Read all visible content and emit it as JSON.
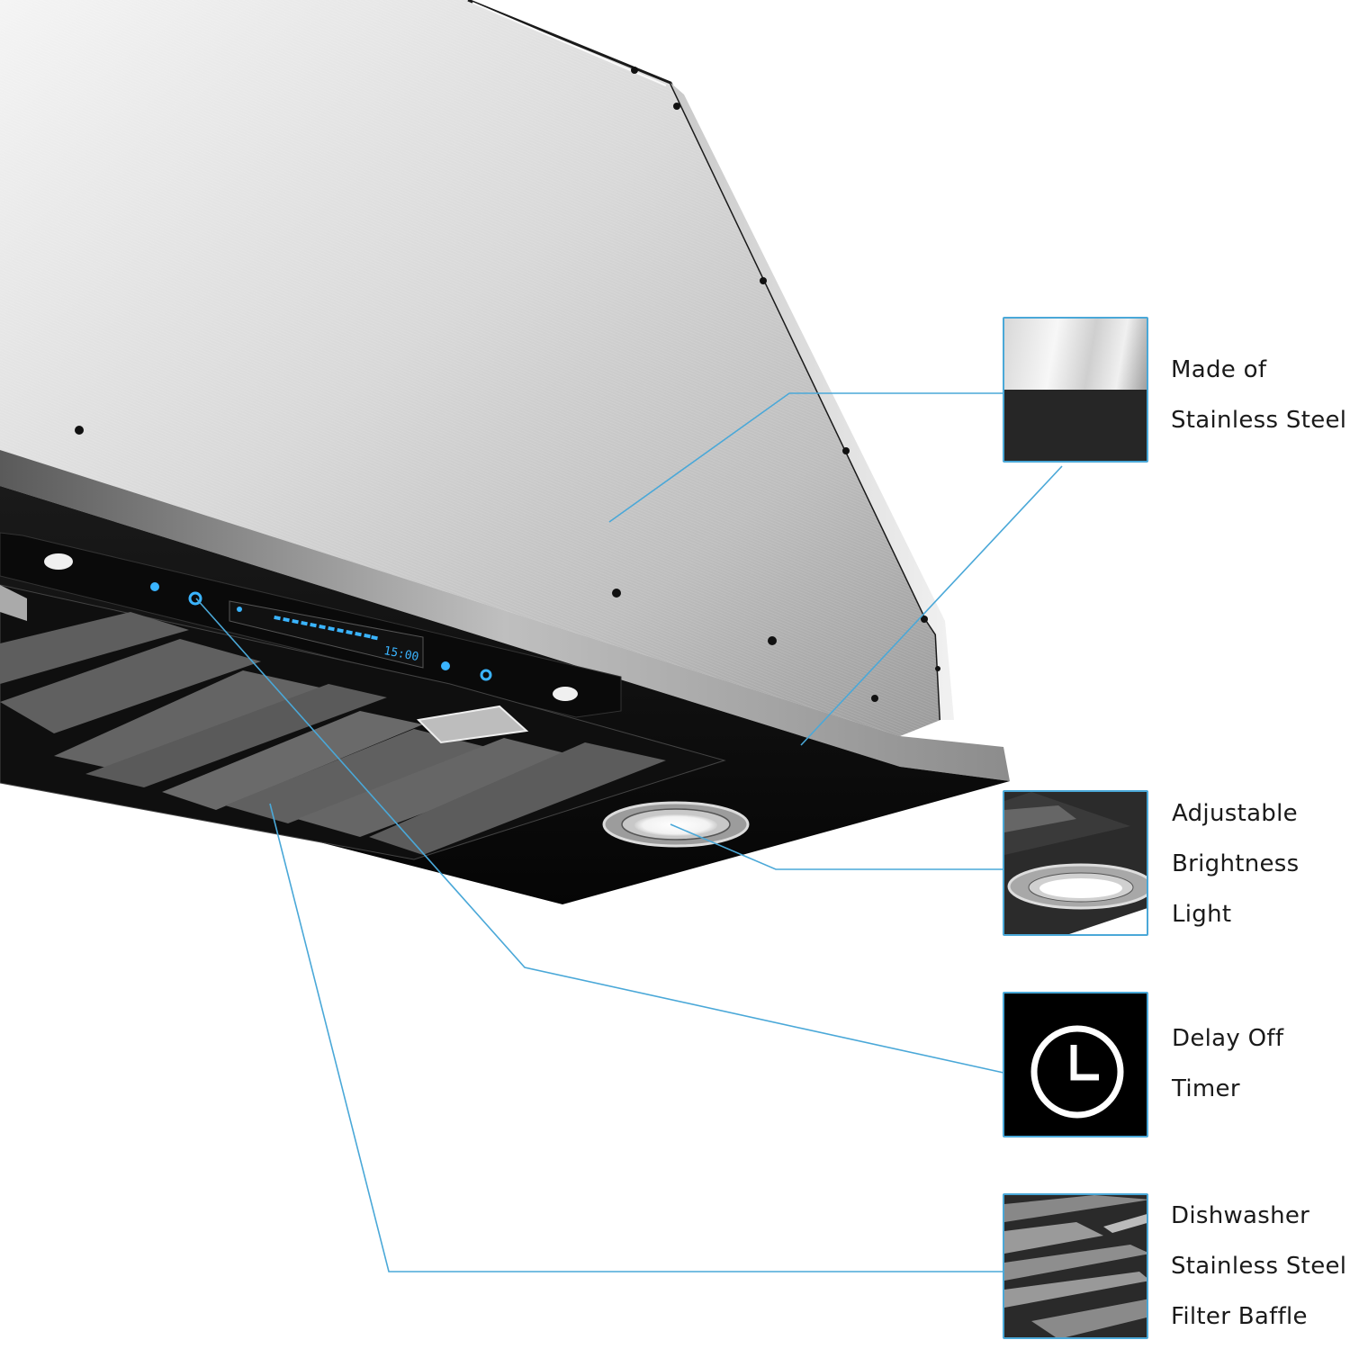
{
  "product": "Insert range hood (stainless steel, black glass underside)",
  "control_panel": {
    "display_time": "15:00",
    "speed_bars": 12,
    "icons": [
      "fan-speed-icon",
      "timer-icon",
      "power-icon",
      "light-icon"
    ],
    "lcd_color": "#3ab4ff"
  },
  "callouts": [
    {
      "id": "stainless",
      "lines": [
        "Made of",
        "Stainless Steel"
      ]
    },
    {
      "id": "light",
      "lines": [
        "Adjustable",
        "Brightness",
        "Light"
      ]
    },
    {
      "id": "timer",
      "lines": [
        "Delay Off",
        "Timer"
      ]
    },
    {
      "id": "baffle",
      "lines": [
        "Dishwasher",
        "Stainless Steel",
        "Filter Baffle"
      ]
    }
  ],
  "colors": {
    "leader_line": "#4aa8d8",
    "steel_light": "#e6e6e6",
    "steel_dark": "#8a8a8a",
    "glass_black": "#0c0c0c"
  }
}
